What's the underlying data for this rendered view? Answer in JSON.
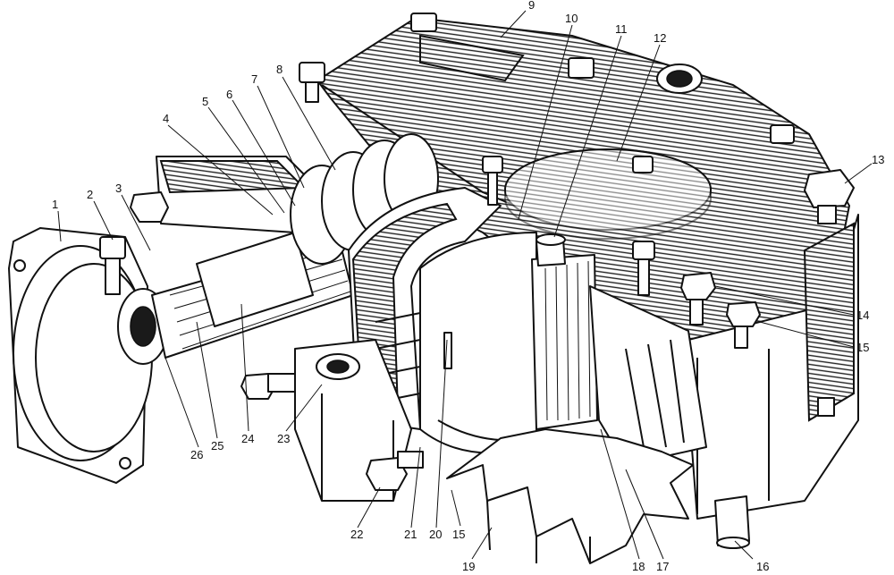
{
  "callouts": [
    {
      "id": "c1",
      "text": "1"
    },
    {
      "id": "c2",
      "text": "2"
    },
    {
      "id": "c3",
      "text": "3"
    },
    {
      "id": "c4",
      "text": "4"
    },
    {
      "id": "c5",
      "text": "5"
    },
    {
      "id": "c6",
      "text": "6"
    },
    {
      "id": "c7",
      "text": "7"
    },
    {
      "id": "c8",
      "text": "8"
    },
    {
      "id": "c9",
      "text": "9"
    },
    {
      "id": "c10",
      "text": "10"
    },
    {
      "id": "c11",
      "text": "11"
    },
    {
      "id": "c12",
      "text": "12"
    },
    {
      "id": "c13",
      "text": "13"
    },
    {
      "id": "c14",
      "text": "14"
    },
    {
      "id": "c15a",
      "text": "15"
    },
    {
      "id": "c15b",
      "text": "15"
    },
    {
      "id": "c16",
      "text": "16"
    },
    {
      "id": "c17",
      "text": "17"
    },
    {
      "id": "c18",
      "text": "18"
    },
    {
      "id": "c19",
      "text": "19"
    },
    {
      "id": "c20",
      "text": "20"
    },
    {
      "id": "c21",
      "text": "21"
    },
    {
      "id": "c22",
      "text": "22"
    },
    {
      "id": "c23",
      "text": "23"
    },
    {
      "id": "c24",
      "text": "24"
    },
    {
      "id": "c25",
      "text": "25"
    },
    {
      "id": "c26",
      "text": "26"
    }
  ]
}
